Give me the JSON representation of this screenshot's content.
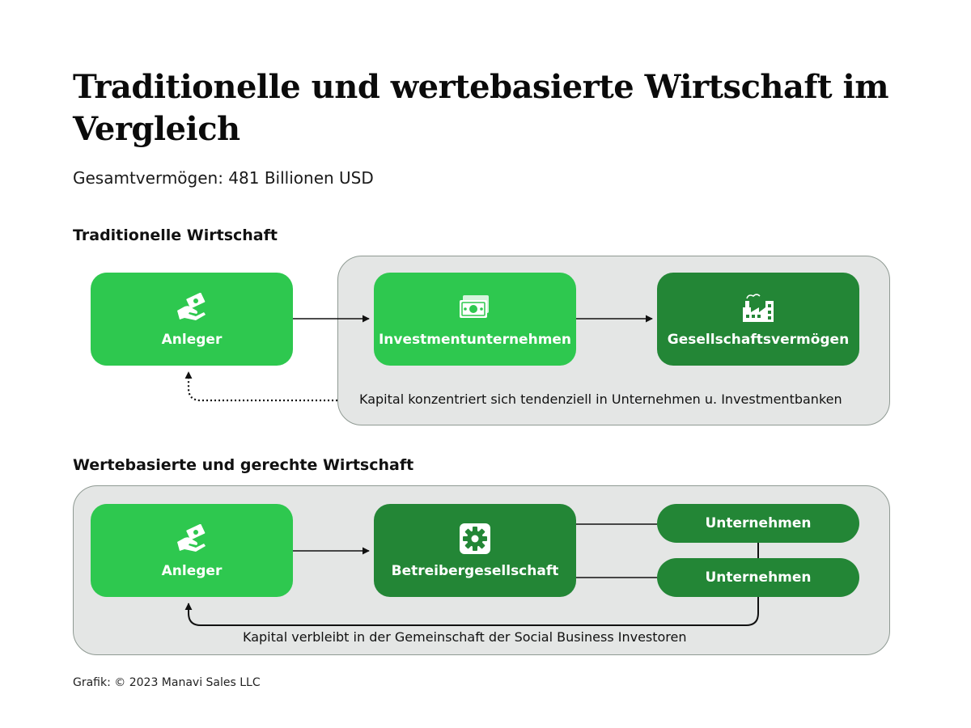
{
  "title": "Traditionelle und wertebasierte Wirtschaft im Vergleich",
  "subtitle": "Gesamtvermögen: 481 Billionen USD",
  "traditional": {
    "heading": "Traditionelle Wirtschaft",
    "investor": {
      "label": "Anleger",
      "icon": "hand-money-icon"
    },
    "investment_company": {
      "label": "Investmentunternehmen",
      "icon": "banknote-icon"
    },
    "corporate_assets": {
      "label": "Gesellschaftsvermögen",
      "icon": "factory-icon"
    },
    "caption": "Kapital konzentriert sich tendenziell in Unternehmen u. Investmentbanken"
  },
  "values_based": {
    "heading": "Wertebasierte und gerechte Wirtschaft",
    "investor": {
      "label": "Anleger",
      "icon": "hand-money-icon"
    },
    "operator": {
      "label": "Betreibergesellschaft",
      "icon": "gear-icon"
    },
    "companies": [
      "Unternehmen",
      "Unternehmen"
    ],
    "caption": "Kapital verbleibt in der Gemeinschaft der Social Business Investoren"
  },
  "credit": "Grafik: © 2023 Manavi Sales LLC",
  "colors": {
    "light_green": "#2ec84f",
    "dark_green": "#238636",
    "panel": "#e4e6e5"
  }
}
